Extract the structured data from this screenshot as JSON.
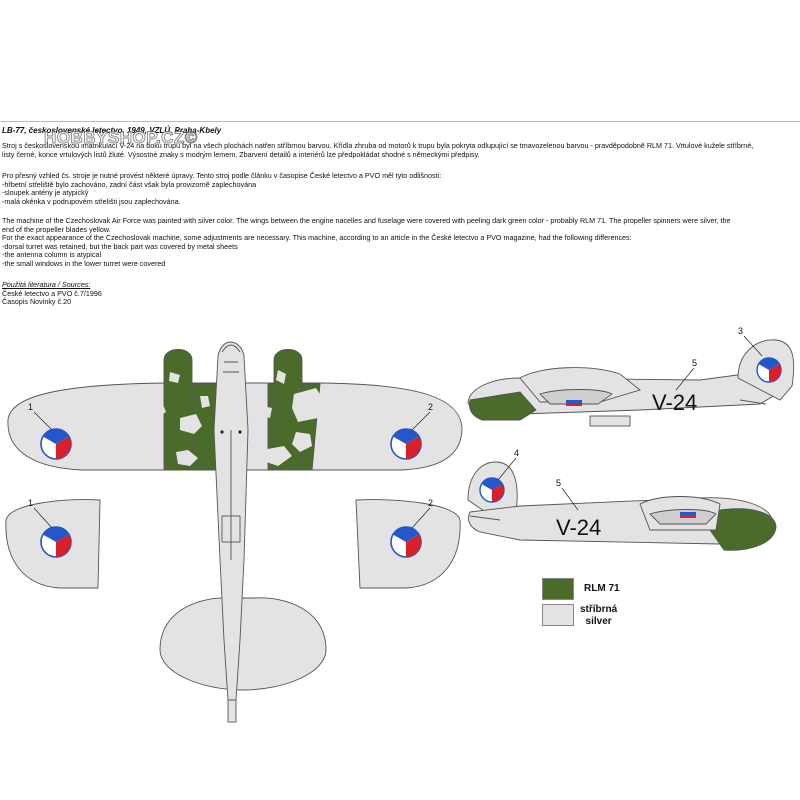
{
  "header": {
    "watermark": "HOBBYSHOP.CZ©",
    "title": "LB-77, československé letectvo,  1949, VZLÚ, Praha-Kbely"
  },
  "czech": {
    "p1_l1": "Stroj s československou imatrikulací V-24 na boku trupu byl na všech plochách natřen stříbrnou barvou. Křídla zhruba od motorů k trupu byla pokryta odlupující se tmavozelenou barvou - pravděpodobně RLM 71. Vrtulové kužele stříbrné,",
    "p1_l2": "listy černé, konce vrtulových listů žluté. Výsostné znaky s modrým lemem. Zbarvení detailů a interiérů lze předpokládat shodné s německými předpisy.",
    "p2_l1": "Pro přesný vzhled čs. stroje je nutné provést některé úpravy. Tento stroj podle článku v časopise České letectvo a PVO měl tyto odlišnosti:",
    "b1": "-hřbetní střeliště bylo zachováno, zadní část však byla provizorně zaplechována",
    "b2": "-sloupek antény je atypický",
    "b3": "-malá okénka v podrupovém střelišti jsou zaplechována."
  },
  "english": {
    "l1": "The machine of the Czechoslovak Air Force was painted with silver color. The wings between the engine nacelles and fuselage were covered with peeling dark green color - probably RLM 71. The propeller spinners were silver, the",
    "l2": "end of the propeller blades yellow.",
    "l3": "For the exact appearance of the Czechoslovak machine, some adjustments are necessary. This machine, according to an article in the České letectvo a PVO magazine, had the following differences:",
    "b1": "-dorsal turret was retained, but the back part was covered by metal sheets",
    "b2": "-the antenna column is atypical",
    "b3": "-the small windows in the lower turret were covered"
  },
  "sources": {
    "heading": "Použitá literatura / Sources:",
    "s1": "České letectvo a PVO č.7/1996",
    "s2": "Časopis Novinky č.20"
  },
  "callouts": {
    "top_left_wing": "1",
    "top_right_wing": "2",
    "lower_left_wing": "1",
    "lower_right_wing": "2",
    "side_tail_top": "3",
    "side_tail_bottom": "4",
    "side_code_top": "5",
    "side_code_bottom": "5"
  },
  "aircraft": {
    "code_top": "V-24",
    "code_bottom": "V-24"
  },
  "legend": [
    {
      "label": "RLM 71",
      "color": "#4a6b2a"
    },
    {
      "label": "stříbrná\nsilver",
      "label_line1": "stříbrná",
      "label_line2": "silver",
      "color": "#e3e3e3"
    }
  ],
  "colors": {
    "rlm71": "#4a6b2a",
    "silver": "#e3e3e3",
    "roundel_blue": "#2457c9",
    "roundel_red": "#d6202a",
    "outline": "#555555"
  }
}
